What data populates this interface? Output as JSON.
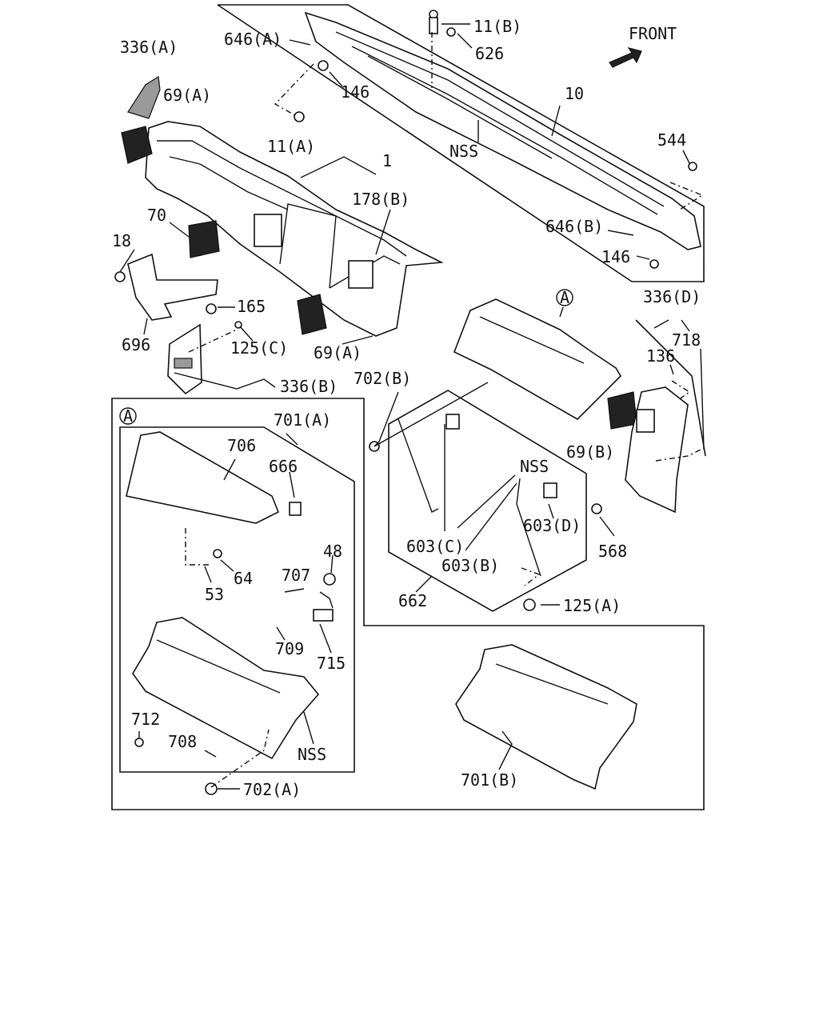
{
  "front_label": "FRONT",
  "callout_a": "A",
  "labels": {
    "p11b": "11(B)",
    "p626": "626",
    "p646a": "646(A)",
    "p146a": "146",
    "p336a": "336(A)",
    "p69a_top": "69(A)",
    "p11a": "11(A)",
    "p10": "10",
    "nss_top": "NSS",
    "p544": "544",
    "p1": "1",
    "p178b": "178(B)",
    "p70": "70",
    "p646b": "646(B)",
    "p146b": "146",
    "p18": "18",
    "p165": "165",
    "p336d": "336(D)",
    "p718": "718",
    "p136": "136",
    "p696": "696",
    "p125c": "125(C)",
    "p69a_mid": "69(A)",
    "p336b": "336(B)",
    "p702b": "702(B)",
    "p69b": "69(B)",
    "p701a": "701(A)",
    "p706": "706",
    "p666": "666",
    "nss_mid": "NSS",
    "p603d": "603(D)",
    "p603c": "603(C)",
    "p603b": "603(B)",
    "p568": "568",
    "p48": "48",
    "p707": "707",
    "p64": "64",
    "p53": "53",
    "p662": "662",
    "p125a": "125(A)",
    "p709": "709",
    "p715": "715",
    "p712": "712",
    "p708": "708",
    "nss_bottom": "NSS",
    "p702a": "702(A)",
    "p701b": "701(B)"
  }
}
